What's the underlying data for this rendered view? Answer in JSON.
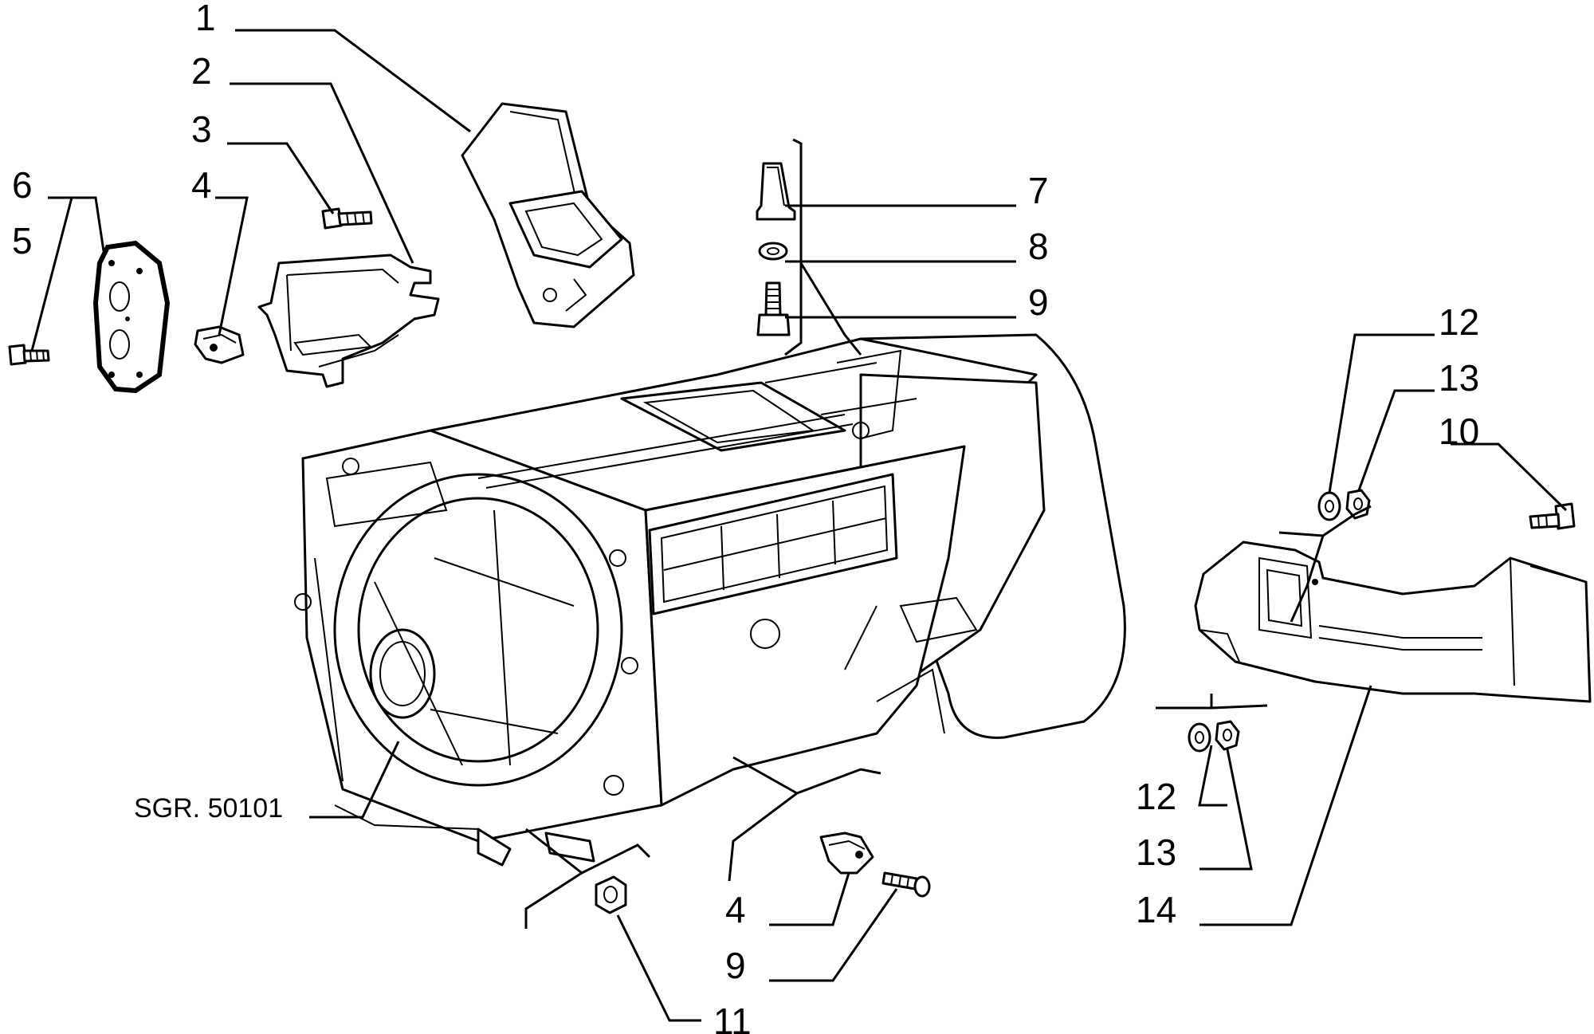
{
  "callouts": {
    "c1": "1",
    "c2": "2",
    "c3": "3",
    "c4a": "4",
    "c5": "5",
    "c6": "6",
    "c7": "7",
    "c8": "8",
    "c9a": "9",
    "c10": "10",
    "c12a": "12",
    "c13a": "13",
    "c12b": "12",
    "c13b": "13",
    "c14": "14",
    "c4b": "4",
    "c9b": "9",
    "c11": "11"
  },
  "reference": "SGR. 50101",
  "icons": [
    "heater-housing-assembly",
    "air-duct",
    "bracket",
    "cover-plate",
    "screw",
    "nut",
    "washer",
    "rubber-grommet",
    "clip"
  ]
}
